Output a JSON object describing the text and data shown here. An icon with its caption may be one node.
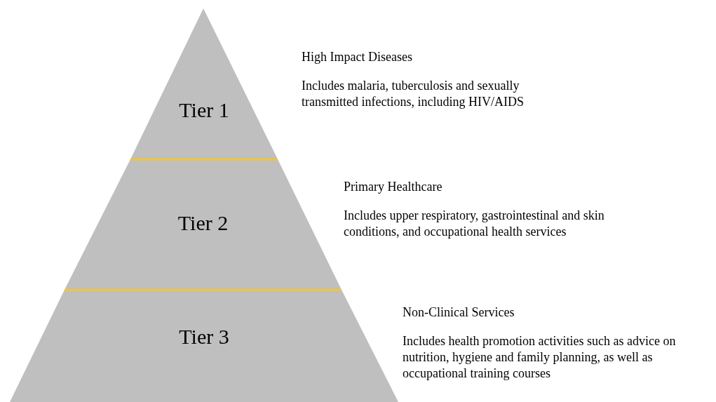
{
  "diagram": {
    "nodes": [
      {
        "text": [
          "Tier 1"
        ],
        "beside": [
          "High Impact Diseases",
          "Includes malaria, tuberculosis and sexually transmitted infections, including HIV/AIDS"
        ]
      },
      {
        "text": [
          "Tier 2"
        ],
        "beside": [
          "Primary Healthcare",
          "Includes upper respiratory, gastrointestinal and skin conditions, and occupational health services"
        ]
      },
      {
        "text": [
          "Tier 3"
        ],
        "beside": [
          "Non-Clinical Services",
          "Includes health promotion activities such as advice on nutrition, hygiene and family planning, as well as occupational training courses"
        ]
      }
    ]
  }
}
